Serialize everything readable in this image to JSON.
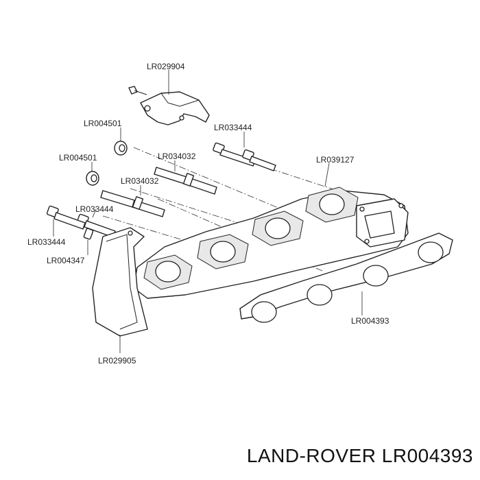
{
  "title": "LAND-ROVER LR004393",
  "labels": {
    "heat_shield_top": "LR029904",
    "washer_top": "LR004501",
    "bolts_top": "LR033444",
    "stud_top": "LR034032",
    "manifold": "LR039127",
    "washer_left": "LR004501",
    "stud_mid": "LR034032",
    "bolt_mid": "LR033444",
    "bolt_left": "LR033444",
    "clip": "LR004347",
    "gasket": "LR004393",
    "heat_shield_bottom": "LR029905"
  }
}
